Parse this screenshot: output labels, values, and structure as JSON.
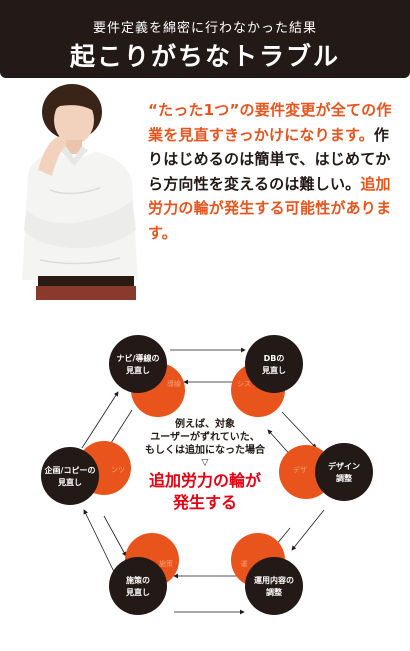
{
  "header": {
    "subtitle": "要件定義を綿密に行わなかった結果",
    "title": "起こりがちなトラブル"
  },
  "lead": {
    "part1": "“たった1つ”の要件変更が全ての作業を見直すきっかけになります。",
    "part2": "作りはじめるのは簡単で、はじめてから方向性を変えるのは難しい。",
    "part3": "追加労力の輪が発生する可能性があります。"
  },
  "center": {
    "condition_line1": "例えば、対象",
    "condition_line2": "ユーザーがずれていた、",
    "condition_line3": "もしくは追加になった場合",
    "triangle": "▽",
    "result_line1": "追加労力の輪が",
    "result_line2": "発生する"
  },
  "nodes": [
    {
      "line1": "ナビ/導線の",
      "line2": "見直し",
      "under": "導線"
    },
    {
      "line1": "DBの",
      "line2": "見直し",
      "under": "シス"
    },
    {
      "line1": "デザイン",
      "line2": "調整",
      "under": "デザ"
    },
    {
      "line1": "運用内容の",
      "line2": "調整",
      "under": "運"
    },
    {
      "line1": "施策の",
      "line2": "見直し",
      "under": "施策"
    },
    {
      "line1": "企画/コピーの",
      "line2": "見直し",
      "under": "ンツ"
    }
  ],
  "colors": {
    "dark": "#231916",
    "accent": "#e8541c",
    "result": "#e60012"
  }
}
